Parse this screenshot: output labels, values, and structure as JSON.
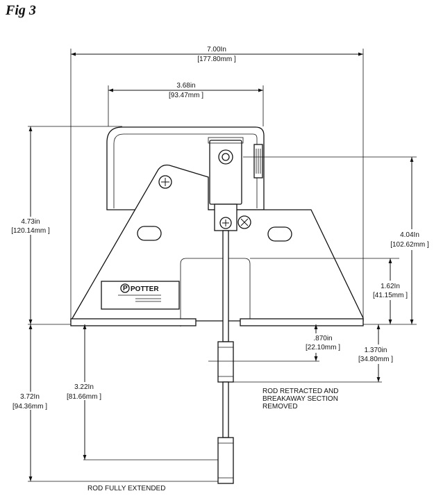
{
  "figure": {
    "title": "Fig 3"
  },
  "dimensions": {
    "overall_width": {
      "in": "7.00In",
      "mm": "[177.80mm ]"
    },
    "top_width": {
      "in": "3.68in",
      "mm": "[93.47mm ]"
    },
    "left_height": {
      "in": "4.73in",
      "mm": "[120.14mm ]"
    },
    "right_height": {
      "in": "4.04In",
      "mm": "[102.62mm ]"
    },
    "inner_height": {
      "in": "1.62In",
      "mm": "[41.15mm ]"
    },
    "rod_short": {
      "in": ".870in",
      "mm": "[22.10mm ]"
    },
    "rod_retracted": {
      "in": "1.370in",
      "mm": "[34.80mm ]"
    },
    "rod_extended_inner": {
      "in": "3.22In",
      "mm": "[81.66mm ]"
    },
    "rod_extended_outer": {
      "in": "3.72In",
      "mm": "[94.36mm ]"
    }
  },
  "notes": {
    "retracted_line1": "ROD RETRACTED AND",
    "retracted_line2": "BREAKAWAY SECTION",
    "retracted_line3": "REMOVED",
    "extended": "ROD FULLY EXTENDED"
  },
  "label_plate": {
    "brand": "POTTER",
    "logo_letter": "P"
  }
}
